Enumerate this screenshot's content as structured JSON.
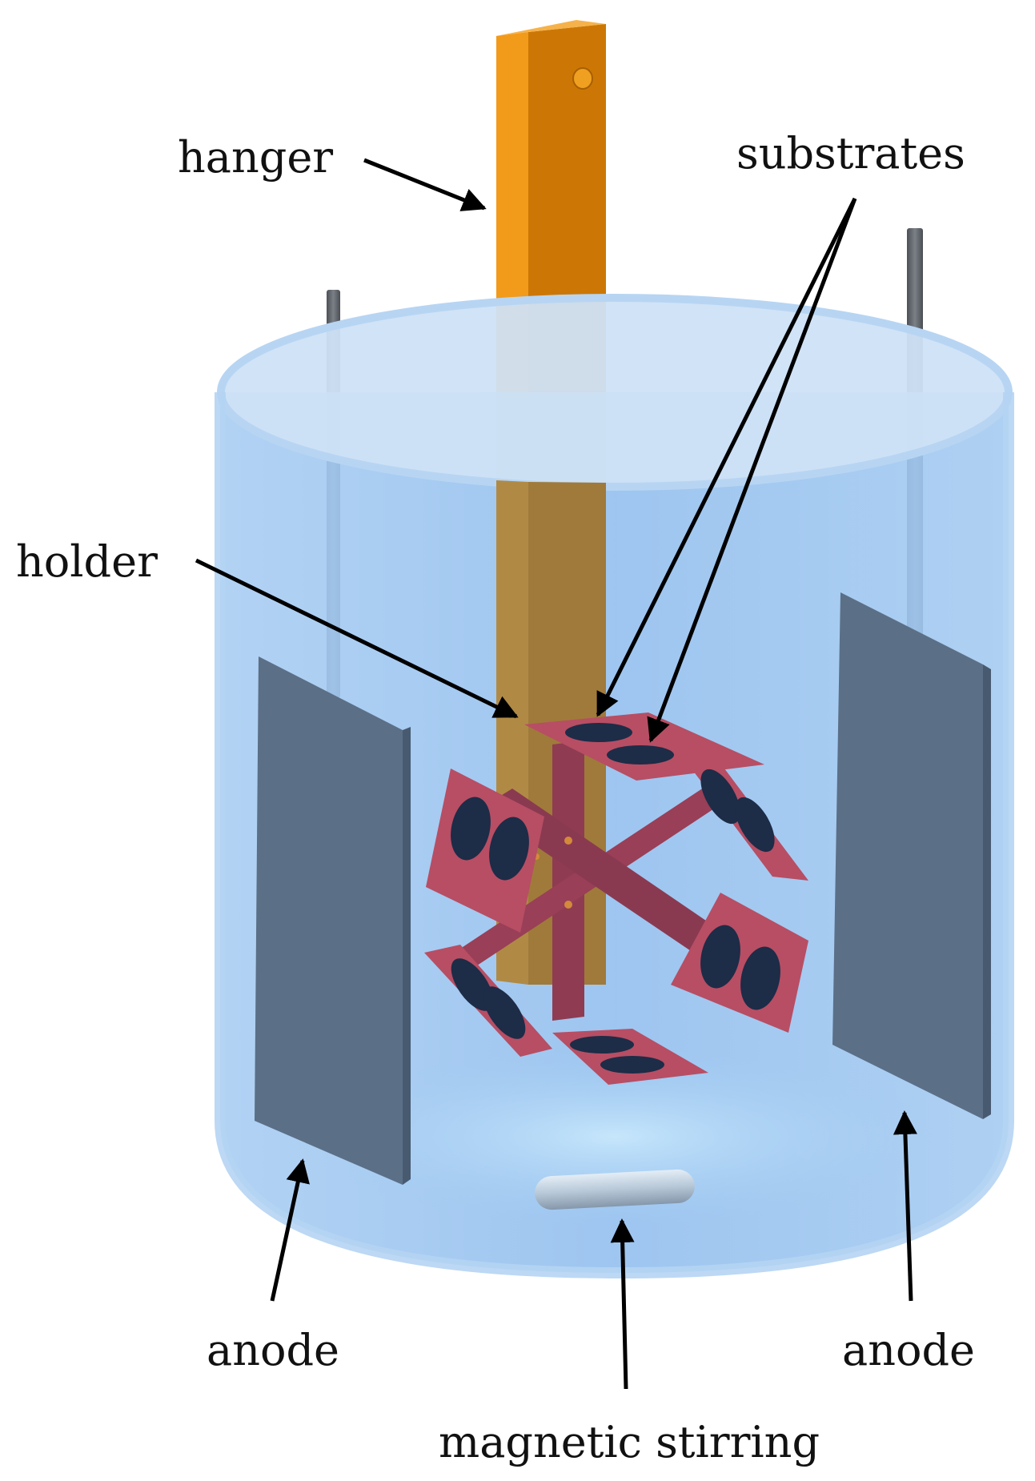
{
  "labels": {
    "hanger": "hanger",
    "substrates": "substrates",
    "holder": "holder",
    "anode_left": "anode",
    "anode_right": "anode",
    "magnetic_stirring": "magnetic stirring"
  },
  "colors": {
    "hanger_face": "#e58a0c",
    "hanger_side": "#c97406",
    "hanger_top": "#f3a83a",
    "liquid": "#9fc6ef",
    "liquid_top": "#cfe2f6",
    "beaker_rim": "#b8d6f4",
    "anode_face": "#5a6e86",
    "anode_rod": "#5b5f66",
    "holder_panel": "#b24a60",
    "holder_frame": "#954055",
    "substrate_disc": "#1d2c47",
    "stir_bar": "#b7c8d8",
    "arrow": "#000000"
  }
}
